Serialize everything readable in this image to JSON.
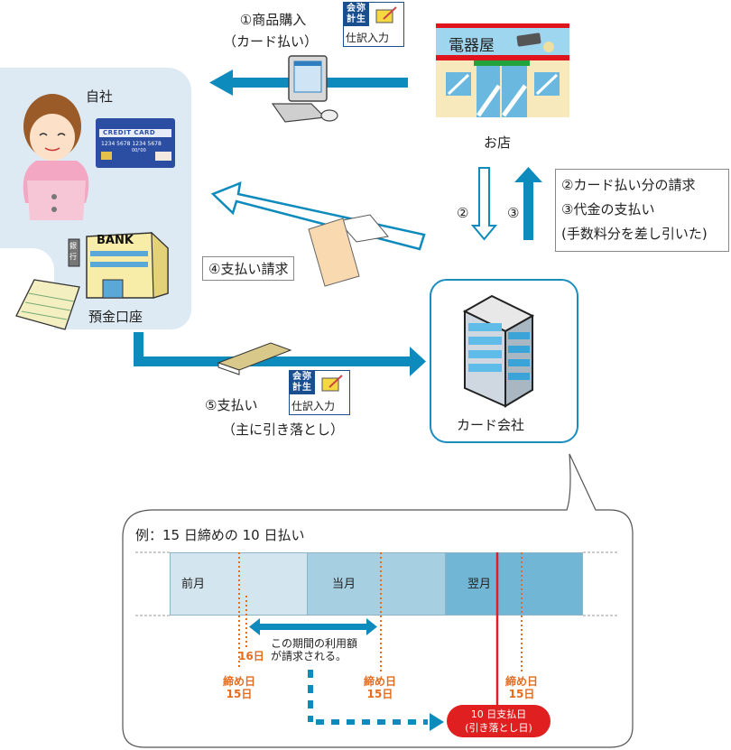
{
  "nodes": {
    "own_company": {
      "label": "自社",
      "card_text": "CREDIT CARD",
      "card_number": "1234 5678 1234 5678",
      "card_expiry": "00/'00"
    },
    "bank": {
      "sign": "BANK",
      "side_sign": "銀行",
      "label": "預金口座"
    },
    "store": {
      "sign": "電器屋",
      "label": "お店"
    },
    "card_company": {
      "label": "カード会社"
    }
  },
  "flows": {
    "step1": {
      "line1": "①商品購入",
      "line2": "（カード払い）"
    },
    "step2_marker": "②",
    "step3_marker": "③",
    "step23_box": {
      "line1": "②カード払い分の請求",
      "line2": "③代金の支払い",
      "line3": "(手数料分を差し引いた)"
    },
    "step4": "④支払い請求",
    "step5": {
      "line1": "⑤支払い",
      "line2": "（主に引き落とし）"
    }
  },
  "badge": {
    "logo_line1": "会弥",
    "logo_line2": "計生",
    "text": "仕訳入力"
  },
  "example": {
    "title": "例：15 日締めの 10 日払い",
    "months": [
      "前月",
      "当月",
      "翌月"
    ],
    "period_text_line1": "この期間の利用額",
    "period_text_line2": "が請求される。",
    "start_day": "16日",
    "cutoff_label_line1": "締め日",
    "cutoff_label_line2": "15日",
    "payment_line1": "10 日支払日",
    "payment_line2": "(引き落とし日)"
  },
  "colors": {
    "arrow_blue": "#0e8bbd",
    "panel_bg": "#deeaf3",
    "month1": "#d3e5ef",
    "month2": "#a7cfe2",
    "month3": "#72b6d6",
    "cutoff_orange": "#e46c1e",
    "pay_red": "#e02020"
  }
}
